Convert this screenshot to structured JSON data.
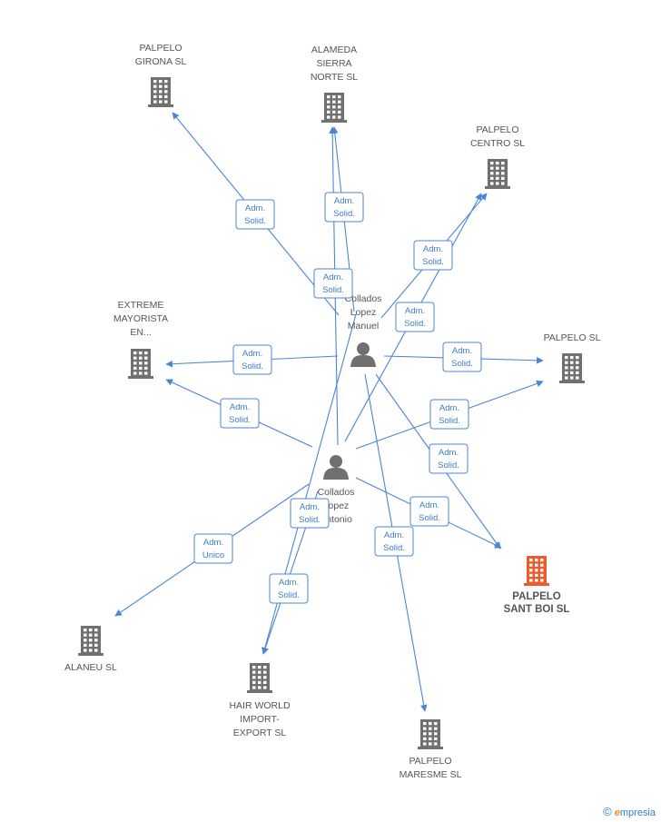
{
  "colors": {
    "edge": "#4a86d6",
    "company": "#707070",
    "highlight": "#f05a2a",
    "person": "#707070"
  },
  "nodes": [
    {
      "id": "girona",
      "type": "company",
      "label": [
        "PALPELO",
        "GIRONA SL"
      ]
    },
    {
      "id": "alameda",
      "type": "company",
      "label": [
        "ALAMEDA",
        "SIERRA",
        "NORTE SL"
      ]
    },
    {
      "id": "centro",
      "type": "company",
      "label": [
        "PALPELO",
        "CENTRO SL"
      ]
    },
    {
      "id": "extreme",
      "type": "company",
      "label": [
        "EXTREME",
        "MAYORISTA",
        "EN..."
      ]
    },
    {
      "id": "palpelo",
      "type": "company",
      "label": [
        "PALPELO SL"
      ]
    },
    {
      "id": "santboi",
      "type": "company",
      "highlight": true,
      "label": [
        "PALPELO",
        "SANT BOI SL"
      ]
    },
    {
      "id": "alaneu",
      "type": "company",
      "label": [
        "ALANEU SL"
      ]
    },
    {
      "id": "hairworld",
      "type": "company",
      "label": [
        "HAIR WORLD",
        "IMPORT-",
        "EXPORT SL"
      ]
    },
    {
      "id": "maresme",
      "type": "company",
      "label": [
        "PALPELO",
        "MARESME SL"
      ]
    },
    {
      "id": "manuel",
      "type": "person",
      "label": [
        "Collados",
        "Lopez",
        "Manuel"
      ]
    },
    {
      "id": "antonio",
      "type": "person",
      "label": [
        "Collados",
        "Lopez",
        "Antonio"
      ]
    }
  ],
  "edges": [
    {
      "from": "manuel",
      "to": "girona",
      "label": [
        "Adm.",
        "Solid."
      ]
    },
    {
      "from": "manuel",
      "to": "alameda",
      "label": [
        "Adm.",
        "Solid."
      ]
    },
    {
      "from": "manuel",
      "to": "centro",
      "label": [
        "Adm.",
        "Solid."
      ]
    },
    {
      "from": "manuel",
      "to": "extreme",
      "label": [
        "Adm.",
        "Solid."
      ]
    },
    {
      "from": "manuel",
      "to": "palpelo",
      "label": [
        "Adm.",
        "Solid."
      ]
    },
    {
      "from": "manuel",
      "to": "santboi",
      "label": [
        "Adm.",
        "Solid."
      ]
    },
    {
      "from": "manuel",
      "to": "maresme",
      "label": [
        "Adm.",
        "Solid."
      ]
    },
    {
      "from": "manuel",
      "to": "hairworld",
      "label": [
        "Adm.",
        "Solid."
      ]
    },
    {
      "from": "antonio",
      "to": "alameda",
      "label": [
        "Adm.",
        "Solid."
      ]
    },
    {
      "from": "antonio",
      "to": "centro",
      "label": [
        "Adm.",
        "Solid."
      ]
    },
    {
      "from": "antonio",
      "to": "extreme",
      "label": [
        "Adm.",
        "Solid."
      ]
    },
    {
      "from": "antonio",
      "to": "palpelo",
      "label": [
        "Adm.",
        "Solid."
      ]
    },
    {
      "from": "antonio",
      "to": "santboi",
      "label": [
        "Adm.",
        "Solid."
      ]
    },
    {
      "from": "antonio",
      "to": "hairworld",
      "label": [
        "Adm.",
        "Solid."
      ]
    },
    {
      "from": "antonio",
      "to": "alaneu",
      "label": [
        "Adm.",
        "Unico"
      ]
    }
  ],
  "footer": {
    "copyright_symbol": "©",
    "brand_initial": "e",
    "brand_rest": "mpresia"
  }
}
